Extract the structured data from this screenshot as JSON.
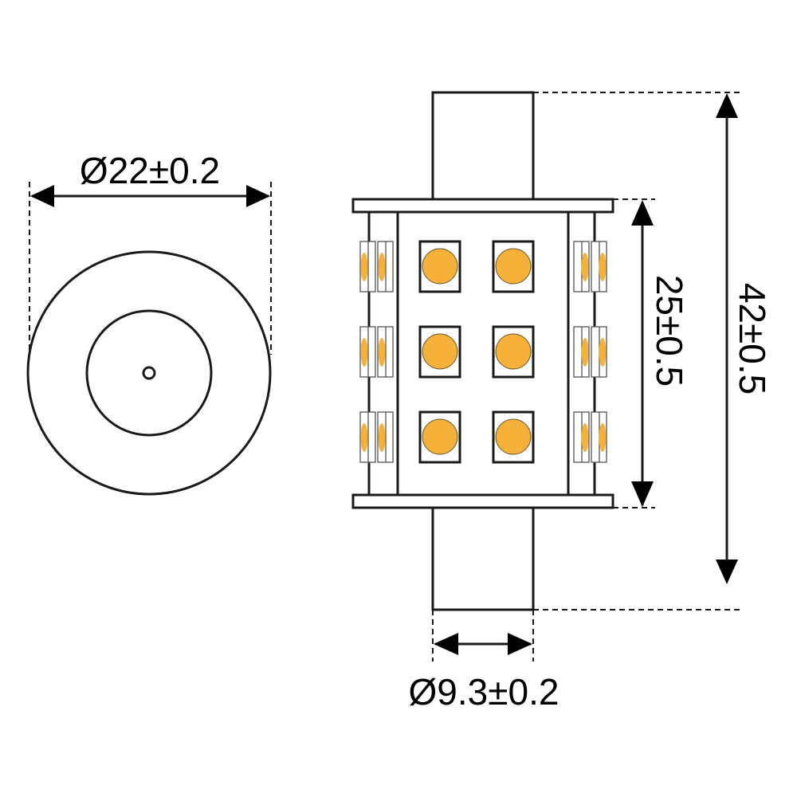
{
  "dimensions": {
    "diameter_body": "Ø22±0.2",
    "diameter_pin": "Ø9.3±0.2",
    "height_body": "25±0.5",
    "height_total": "42±0.5"
  },
  "colors": {
    "led": "#f6b13a",
    "line": "#1a1a1a"
  },
  "led_layout": {
    "front_rows": 3,
    "front_cols": 2,
    "side_rows": 3
  }
}
